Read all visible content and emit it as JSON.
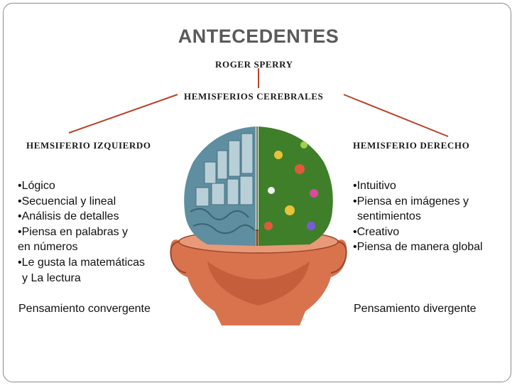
{
  "title": "ANTECEDENTES",
  "author": "ROGER SPERRY",
  "root": "HEMISFERIOS CEREBRALES",
  "left": {
    "heading": "HEMSIFERIO IZQUIERDO",
    "bullets": [
      "•Lógico",
      "•Secuencial y lineal",
      "•Análisis de detalles",
      "•Piensa en palabras y",
      "en números",
      "•Le gusta la matemáticas",
      " y La lectura"
    ],
    "conclusion": "Pensamiento convergente"
  },
  "right": {
    "heading": "HEMISFERIO DERECHO",
    "bullets": [
      "•Intuitivo",
      "•Piensa en imágenes y",
      " sentimientos",
      "•Creativo",
      "•Piensa de manera global"
    ],
    "conclusion": "Pensamiento divergente"
  },
  "colors": {
    "connector": "#b5452a",
    "title": "#5a5a5a",
    "left_brain": "#5f8ea0",
    "right_brain": "#3f7f2a",
    "skin": "#d9734e"
  }
}
